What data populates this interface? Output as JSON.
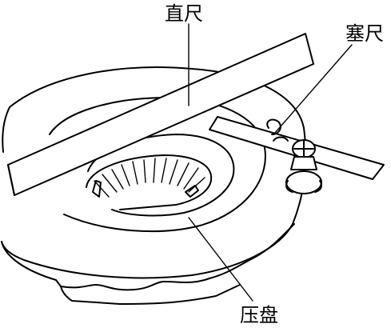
{
  "labels": {
    "straightedge": "直尺",
    "feeler_gauge": "塞尺",
    "pressure_plate": "压盘"
  },
  "colors": {
    "line": "#000000",
    "background": "#ffffff"
  }
}
